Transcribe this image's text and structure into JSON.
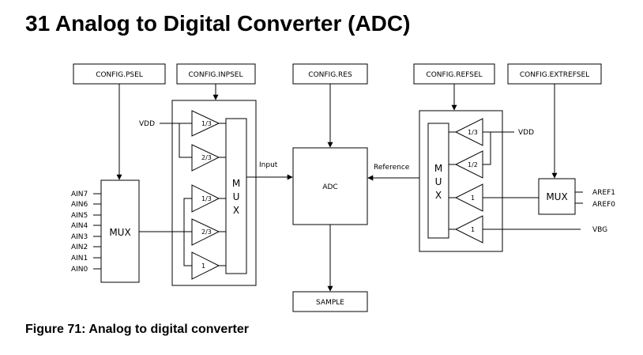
{
  "page": {
    "title": "31 Analog to Digital Converter (ADC)",
    "caption": "Figure 71: Analog to digital converter"
  },
  "diagram": {
    "config_boxes": {
      "psel": "CONFIG.PSEL",
      "inpsel": "CONFIG.INPSEL",
      "res": "CONFIG.RES",
      "refsel": "CONFIG.REFSEL",
      "extrefsel": "CONFIG.EXTREFSEL"
    },
    "input_mux": {
      "label": "MUX",
      "pins": [
        "AIN7",
        "AIN6",
        "AIN5",
        "AIN4",
        "AIN3",
        "AIN2",
        "AIN1",
        "AIN0"
      ]
    },
    "inpsel_block": {
      "vdd_label": "VDD",
      "gains": [
        "1/3",
        "2/3",
        "1/3",
        "2/3",
        "1"
      ],
      "mux_letters": [
        "M",
        "U",
        "X"
      ]
    },
    "adc": {
      "label": "ADC",
      "input_label": "Input",
      "reference_label": "Reference",
      "output": "SAMPLE"
    },
    "refsel_block": {
      "mux_letters": [
        "M",
        "U",
        "X"
      ],
      "gains": [
        "1/3",
        "1/2",
        "1",
        "1"
      ],
      "vdd_label": "VDD",
      "vbg_label": "VBG"
    },
    "ext_mux": {
      "label": "MUX",
      "pins": [
        "AREF1",
        "AREF0"
      ]
    }
  }
}
